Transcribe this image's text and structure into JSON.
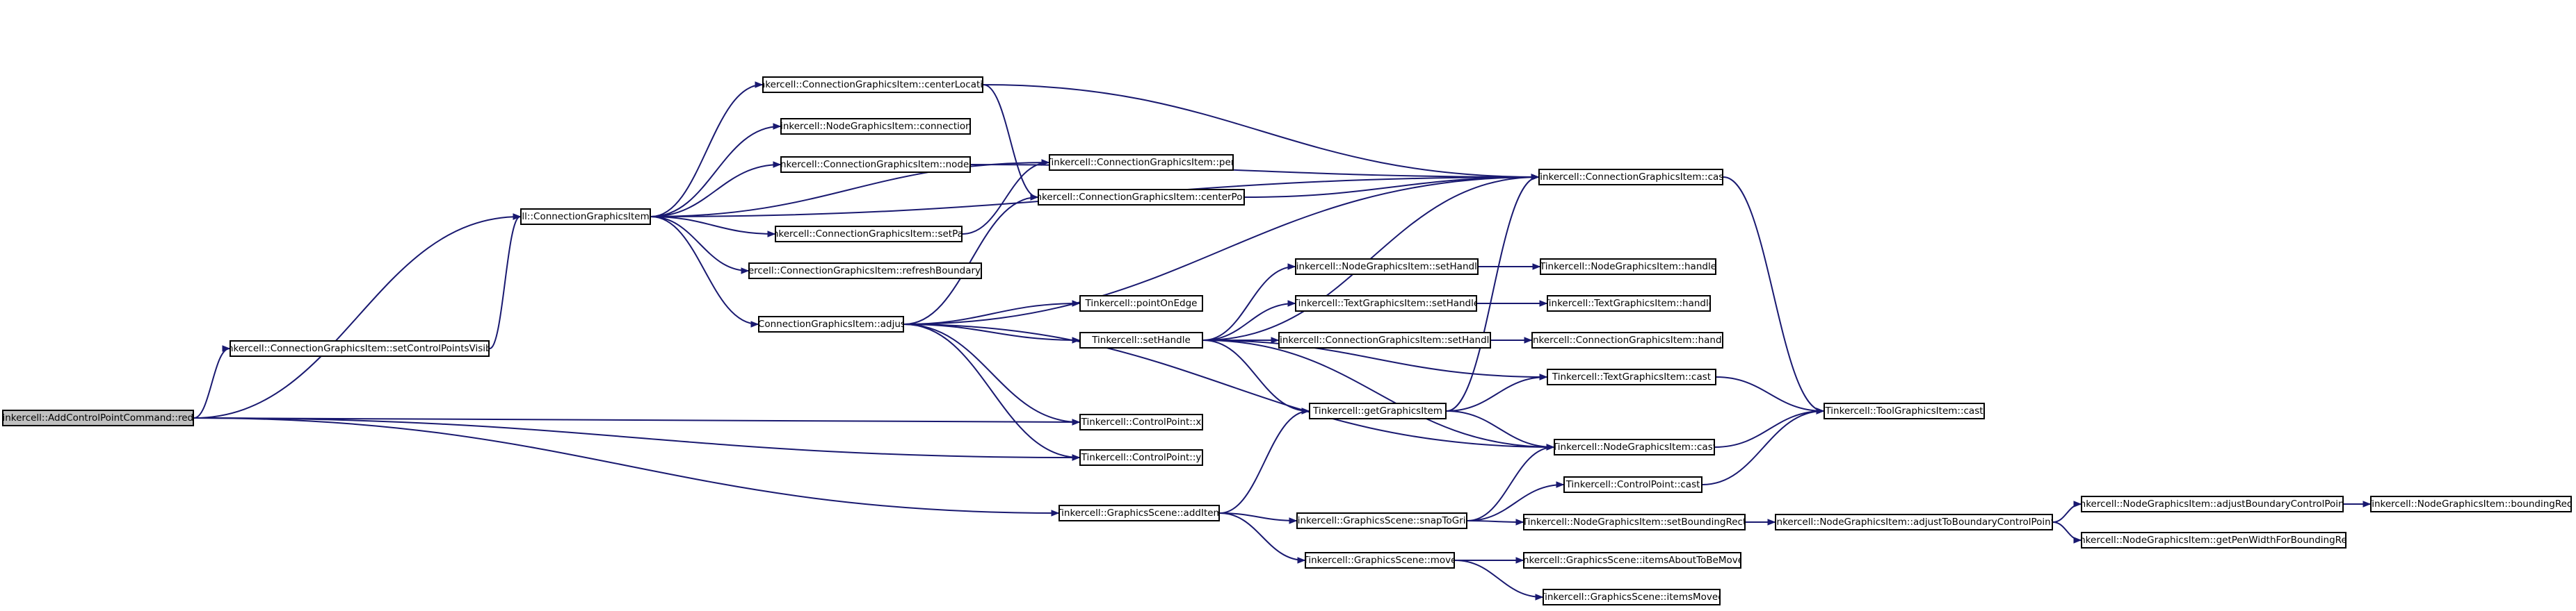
{
  "graph": {
    "colors": {
      "edge": "#191970",
      "root_fill": "#bfbfbf",
      "node_fill": "#ffffff",
      "border": "#000000"
    },
    "nodes": [
      {
        "id": "n0",
        "label": "Tinkercell::AddControlPointCommand::redo",
        "root": true
      },
      {
        "id": "n1",
        "label": "Tinkercell::ConnectionGraphicsItem::refresh"
      },
      {
        "id": "n2",
        "label": "Tinkercell::ConnectionGraphicsItem::adjustEndPoints"
      },
      {
        "id": "n3",
        "label": "Tinkercell::ConnectionGraphicsItem::cast"
      },
      {
        "id": "n4",
        "label": "Tinkercell::ConnectionGraphicsItem::centerPoint"
      },
      {
        "id": "n5",
        "label": "Tinkercell::pointOnEdge"
      },
      {
        "id": "n6",
        "label": "Tinkercell::setHandle"
      },
      {
        "id": "n7",
        "label": "Tinkercell::ConnectionGraphicsItem::setHandle"
      },
      {
        "id": "n8",
        "label": "Tinkercell::ConnectionGraphicsItem::handle"
      },
      {
        "id": "n9",
        "label": "Tinkercell::getGraphicsItem"
      },
      {
        "id": "n10",
        "label": "Tinkercell::NodeGraphicsItem::cast"
      },
      {
        "id": "n11",
        "label": "Tinkercell::ToolGraphicsItem::cast"
      },
      {
        "id": "n12",
        "label": "Tinkercell::TextGraphicsItem::cast"
      },
      {
        "id": "n13",
        "label": "Tinkercell::NodeGraphicsItem::setHandle"
      },
      {
        "id": "n14",
        "label": "Tinkercell::NodeGraphicsItem::handle"
      },
      {
        "id": "n15",
        "label": "Tinkercell::TextGraphicsItem::setHandle"
      },
      {
        "id": "n16",
        "label": "Tinkercell::TextGraphicsItem::handle"
      },
      {
        "id": "n17",
        "label": "Tinkercell::ControlPoint::x"
      },
      {
        "id": "n18",
        "label": "Tinkercell::ControlPoint::y"
      },
      {
        "id": "n19",
        "label": "Tinkercell::ConnectionGraphicsItem::centerLocation"
      },
      {
        "id": "n20",
        "label": "Tinkercell::NodeGraphicsItem::connections"
      },
      {
        "id": "n21",
        "label": "Tinkercell::ConnectionGraphicsItem::nodeAt"
      },
      {
        "id": "n22",
        "label": "Tinkercell::ConnectionGraphicsItem::pen"
      },
      {
        "id": "n23",
        "label": "Tinkercell::ConnectionGraphicsItem::refreshBoundaryPath"
      },
      {
        "id": "n24",
        "label": "Tinkercell::ConnectionGraphicsItem::setPath"
      },
      {
        "id": "n25",
        "label": "Tinkercell::ConnectionGraphicsItem::setControlPointsVisible"
      },
      {
        "id": "n26",
        "label": "Tinkercell::GraphicsScene::addItem"
      },
      {
        "id": "n27",
        "label": "Tinkercell::GraphicsScene::move"
      },
      {
        "id": "n28",
        "label": "Tinkercell::GraphicsScene::itemsAboutToBeMoved"
      },
      {
        "id": "n29",
        "label": "Tinkercell::GraphicsScene::itemsMoved"
      },
      {
        "id": "n30",
        "label": "Tinkercell::GraphicsScene::snapToGrid"
      },
      {
        "id": "n31",
        "label": "Tinkercell::ControlPoint::cast"
      },
      {
        "id": "n32",
        "label": "Tinkercell::NodeGraphicsItem::setBoundingRect"
      },
      {
        "id": "n33",
        "label": "Tinkercell::NodeGraphicsItem::adjustToBoundaryControlPoints"
      },
      {
        "id": "n34",
        "label": "Tinkercell::NodeGraphicsItem::adjustBoundaryControlPoints"
      },
      {
        "id": "n35",
        "label": "Tinkercell::NodeGraphicsItem::boundingRect"
      },
      {
        "id": "n36",
        "label": "Tinkercell::NodeGraphicsItem::getPenWidthForBoundingRect"
      }
    ],
    "edges": [
      [
        "n0",
        "n1"
      ],
      [
        "n0",
        "n25"
      ],
      [
        "n0",
        "n17"
      ],
      [
        "n0",
        "n18"
      ],
      [
        "n0",
        "n26"
      ],
      [
        "n1",
        "n3"
      ],
      [
        "n1",
        "n19"
      ],
      [
        "n1",
        "n20"
      ],
      [
        "n1",
        "n21"
      ],
      [
        "n1",
        "n22"
      ],
      [
        "n1",
        "n24"
      ],
      [
        "n1",
        "n23"
      ],
      [
        "n1",
        "n2"
      ],
      [
        "n25",
        "n1"
      ],
      [
        "n19",
        "n3"
      ],
      [
        "n19",
        "n4"
      ],
      [
        "n21",
        "n3"
      ],
      [
        "n24",
        "n22"
      ],
      [
        "n4",
        "n3"
      ],
      [
        "n2",
        "n3"
      ],
      [
        "n2",
        "n4"
      ],
      [
        "n2",
        "n5"
      ],
      [
        "n2",
        "n6"
      ],
      [
        "n2",
        "n17"
      ],
      [
        "n2",
        "n18"
      ],
      [
        "n2",
        "n10"
      ],
      [
        "n6",
        "n3"
      ],
      [
        "n6",
        "n13"
      ],
      [
        "n6",
        "n15"
      ],
      [
        "n6",
        "n7"
      ],
      [
        "n6",
        "n12"
      ],
      [
        "n6",
        "n9"
      ],
      [
        "n6",
        "n10"
      ],
      [
        "n13",
        "n14"
      ],
      [
        "n15",
        "n16"
      ],
      [
        "n7",
        "n8"
      ],
      [
        "n9",
        "n3"
      ],
      [
        "n9",
        "n12"
      ],
      [
        "n9",
        "n10"
      ],
      [
        "n3",
        "n11"
      ],
      [
        "n12",
        "n11"
      ],
      [
        "n10",
        "n11"
      ],
      [
        "n31",
        "n11"
      ],
      [
        "n26",
        "n9"
      ],
      [
        "n26",
        "n30"
      ],
      [
        "n26",
        "n27"
      ],
      [
        "n30",
        "n10"
      ],
      [
        "n30",
        "n31"
      ],
      [
        "n30",
        "n32"
      ],
      [
        "n32",
        "n33"
      ],
      [
        "n33",
        "n34"
      ],
      [
        "n33",
        "n36"
      ],
      [
        "n34",
        "n35"
      ],
      [
        "n27",
        "n28"
      ],
      [
        "n27",
        "n29"
      ]
    ]
  }
}
